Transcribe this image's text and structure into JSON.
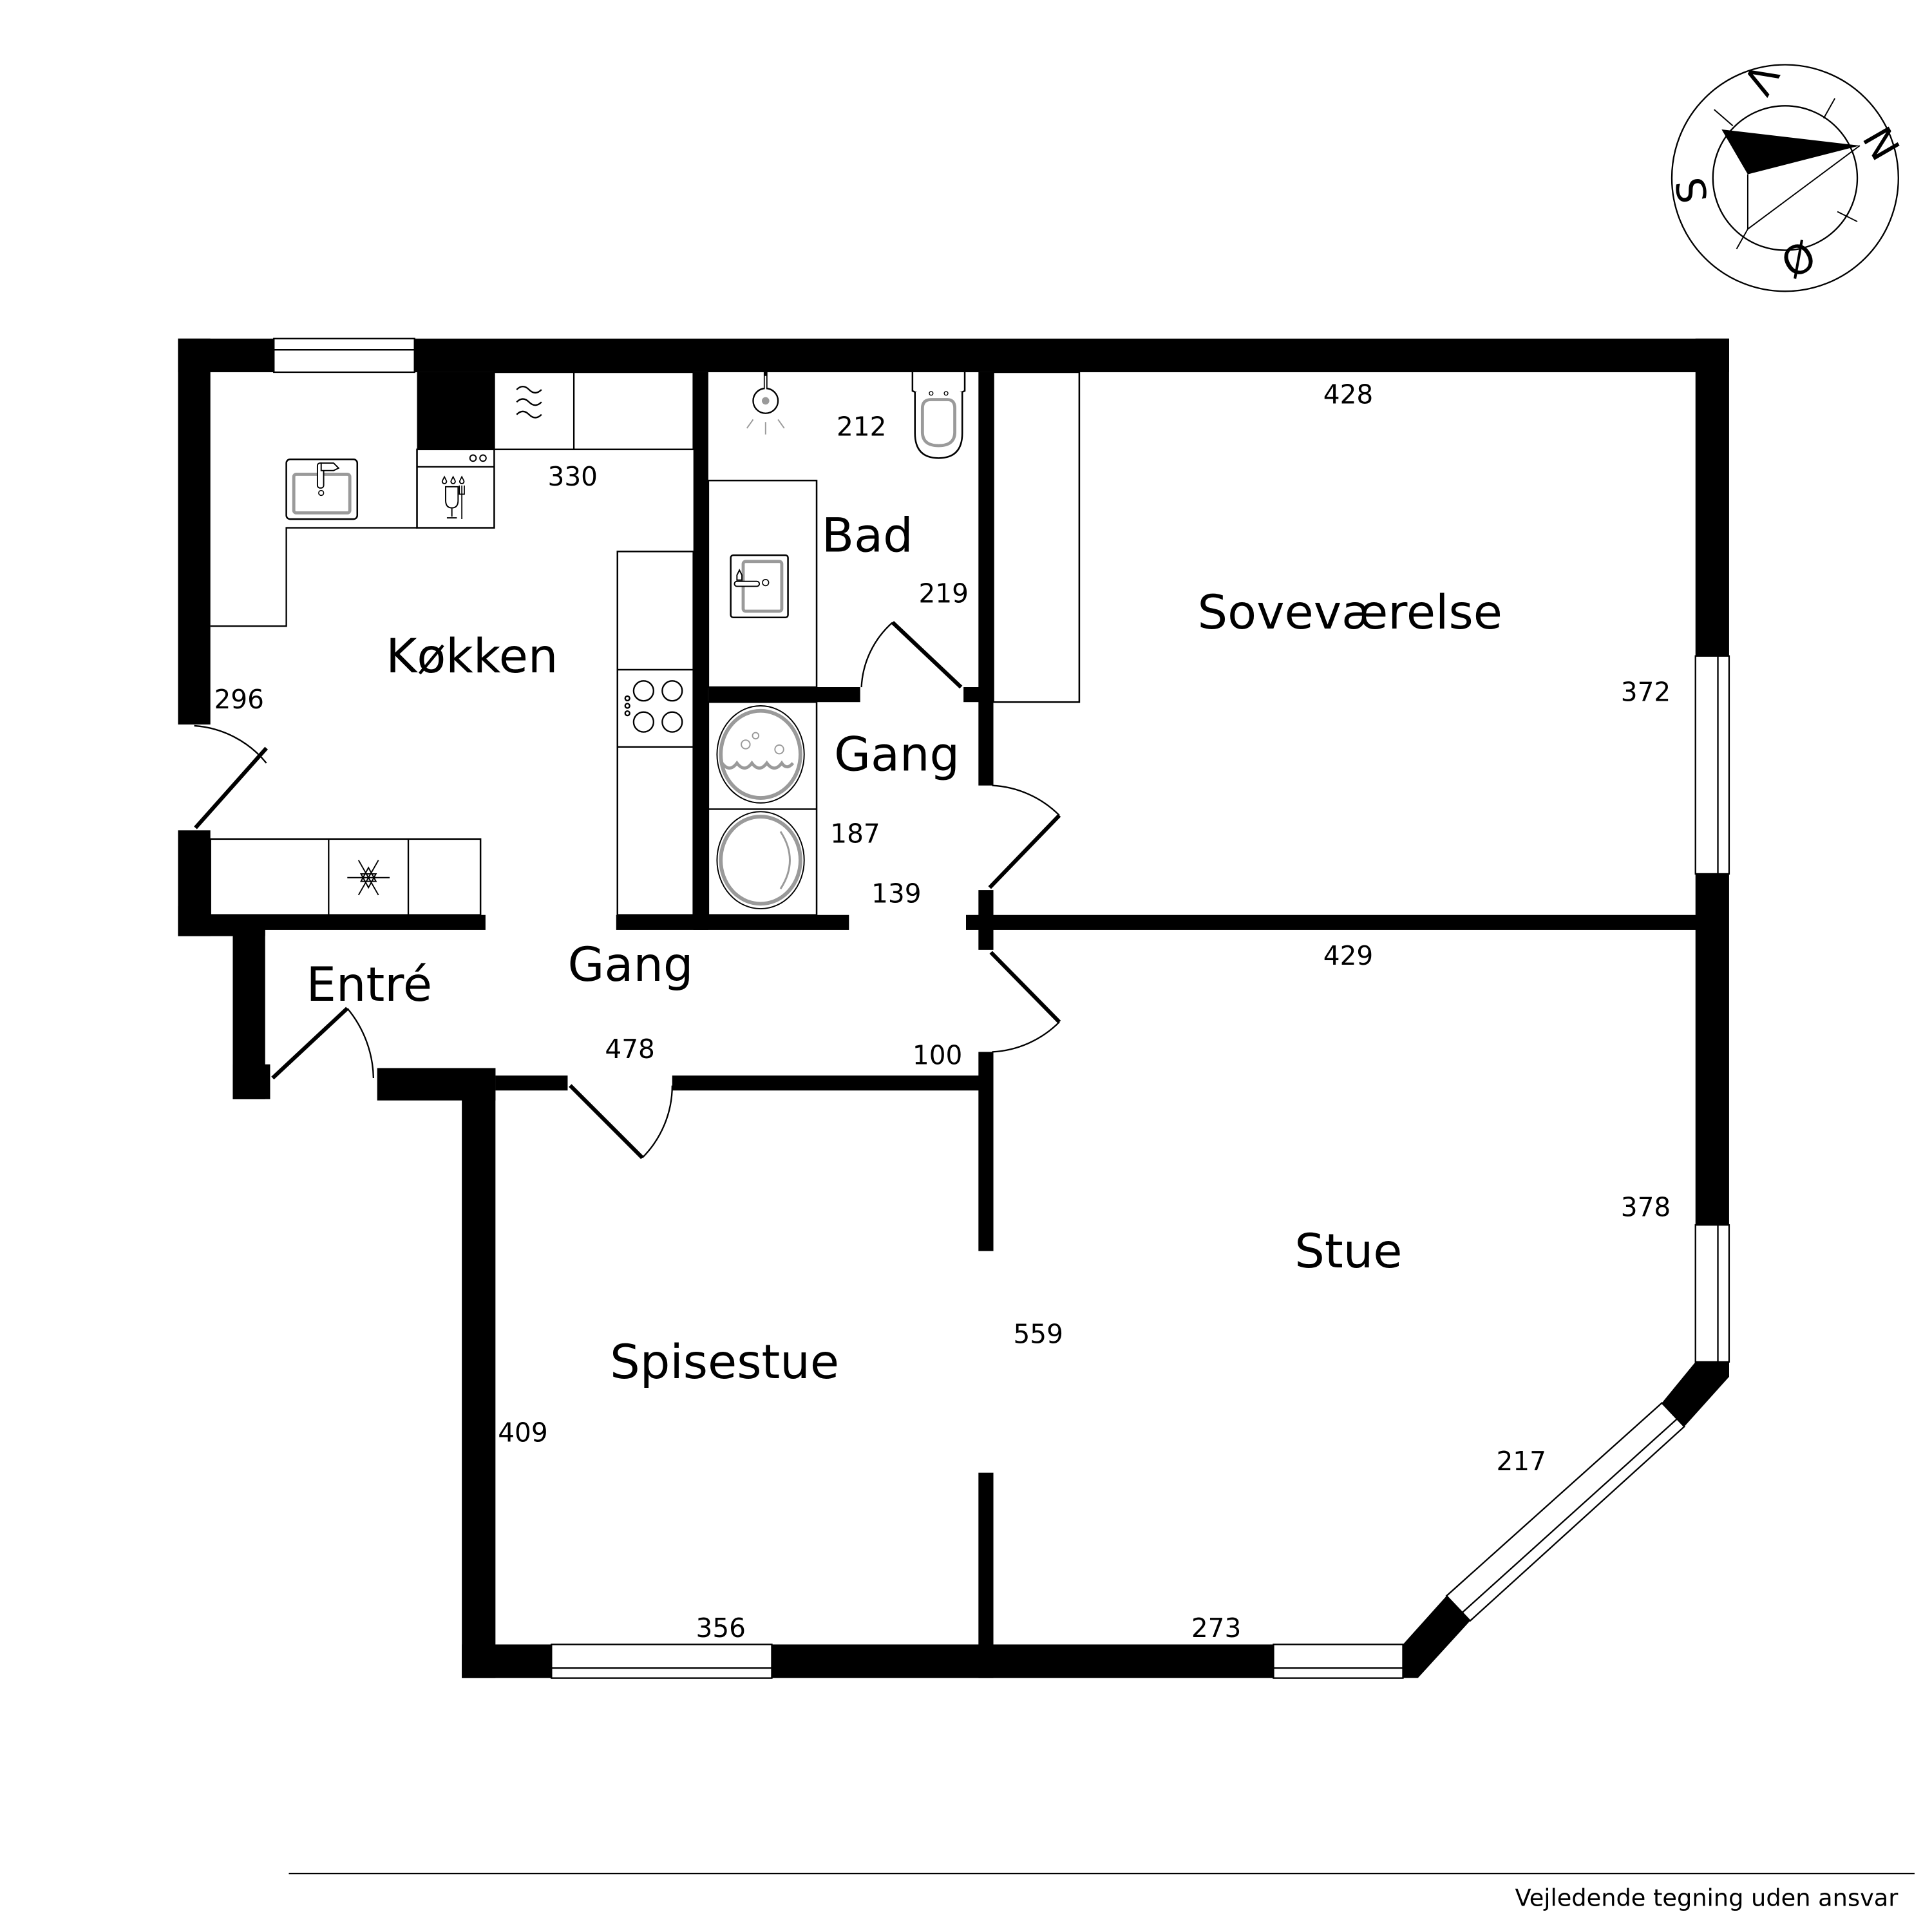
{
  "plan": {
    "rooms": {
      "kokken": "Køkken",
      "bad": "Bad",
      "sovevaerelse": "Soveværelse",
      "gang_upper": "Gang",
      "gang_lower": "Gang",
      "entre": "Entré",
      "stue": "Stue",
      "spisestue": "Spisestue"
    },
    "dimensions": {
      "kokken_width": "330",
      "kokken_depth": "296",
      "bad_width": "212",
      "bad_depth": "219",
      "sovevaerelse_width": "428",
      "sovevaerelse_depth": "372",
      "gang_upper_depth": "187",
      "gang_upper_width": "139",
      "stue_top": "429",
      "gang_lower_width": "478",
      "gang_lower_depth": "100",
      "stue_right": "378",
      "stue_depth": "559",
      "spisestue_depth": "409",
      "diagonal": "217",
      "spisestue_width": "356",
      "stue_bottom": "273"
    }
  },
  "compass": {
    "north": "N",
    "south": "S",
    "east": "Ø",
    "west": "V"
  },
  "footer": {
    "disclaimer": "Vejledende tegning uden ansvar"
  },
  "colors": {
    "wall": "#000000",
    "fixture_grey": "#9a9a9a"
  }
}
